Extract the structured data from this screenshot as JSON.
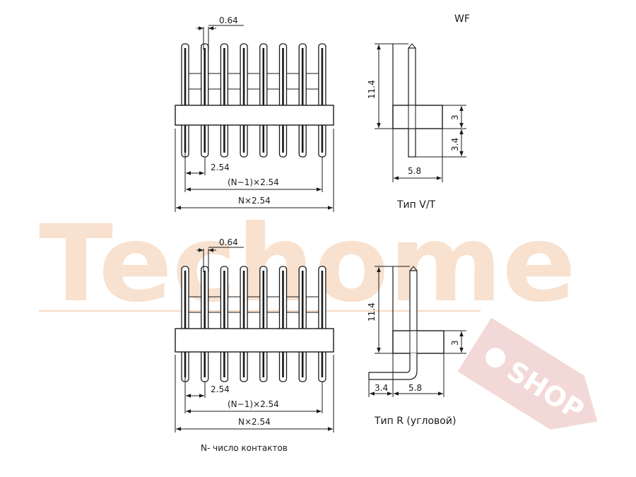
{
  "series_code": "WF",
  "watermark": {
    "brand": "Techome",
    "shop": "SHOP",
    "color": "#f2c9a8",
    "tag_color": "#e8b8b4"
  },
  "vt_view": {
    "pin_width": "0.64",
    "pitch": "2.54",
    "span_pitch": "(N−1)×2.54",
    "total_length": "N×2.54",
    "height": "11.4",
    "base_height": "3",
    "tail_length": "3.4",
    "depth": "5.8",
    "caption": "Тип V/T"
  },
  "r_view": {
    "pin_width": "0.64",
    "pitch": "2.54",
    "span_pitch": "(N−1)×2.54",
    "total_length": "N×2.54",
    "height": "11.4",
    "base_height": "3",
    "bend_offset": "3.4",
    "depth": "5.8",
    "caption": "Тип R (угловой)"
  },
  "note": "N-  число контактов"
}
